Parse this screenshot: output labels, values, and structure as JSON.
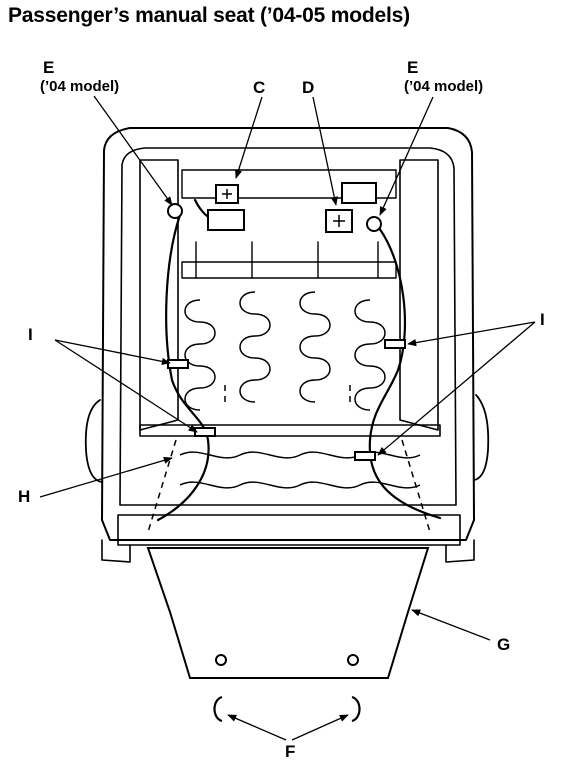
{
  "title": "Passenger’s manual seat (’04-05 models)",
  "callouts": {
    "e_left": {
      "letter": "E",
      "note": "(’04 model)"
    },
    "e_right": {
      "letter": "E",
      "note": "(’04 model)"
    },
    "c": "C",
    "d": "D",
    "i_left": "I",
    "i_right": "I",
    "h": "H",
    "g": "G",
    "f": "F"
  }
}
